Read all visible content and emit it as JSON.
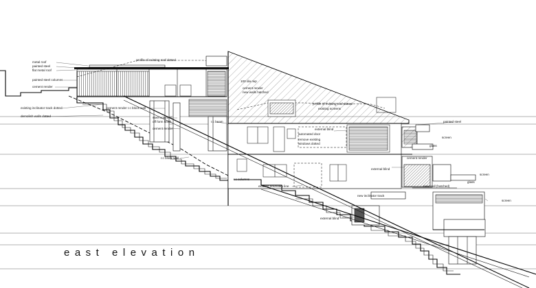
{
  "title": "east elevation",
  "annotations": {
    "metal_roof": "metal roof",
    "painted_steel": "painted steel",
    "flat_metal_roof": "flat metal roof",
    "painted_steel_columns": "painted steel columns",
    "cement_render": "cement render",
    "profile_existing_roof": "profile of existing roof dotted",
    "existing_inclinator": "existing inclinator track dotted",
    "demolish_walls": "demolish walls dotted",
    "cement_render_block": "cement render r.c block wall",
    "steel_columns": "steel columns",
    "off_form": "off form finish",
    "cement_render_2": "cement render",
    "rc_block_wall": "r.c block wall",
    "rc_beam": "r.c beam",
    "rc_columns": "r.c columns",
    "existing_boundary": "existing boundary line",
    "rp_note": "100 dia rwp",
    "cement_render_3": "cement render",
    "new_walls": "new walls hatched",
    "profile_existing_roof_2": "profile of existing roof dotted",
    "existing_screens": "existing screens",
    "external_blind": "external blind",
    "automated_door": "automated door",
    "remove_windows": "remove existing",
    "remove_windows_2": "windows dotted",
    "external_blind_2": "external blind",
    "external_blind_3": "external blind",
    "new_inclinator_track": "new inclinator track",
    "painted_steel_2": "painted steel",
    "screen_1": "screen",
    "glass_1": "glass",
    "cement_render_4": "cement render",
    "new_wall_hatched": "new wall (hatched)",
    "screen_2": "screen",
    "glass_2": "glass",
    "screen_3": "screen"
  },
  "colors": {
    "ink": "#111111",
    "fill_dark": "#555555",
    "background": "#ffffff"
  }
}
